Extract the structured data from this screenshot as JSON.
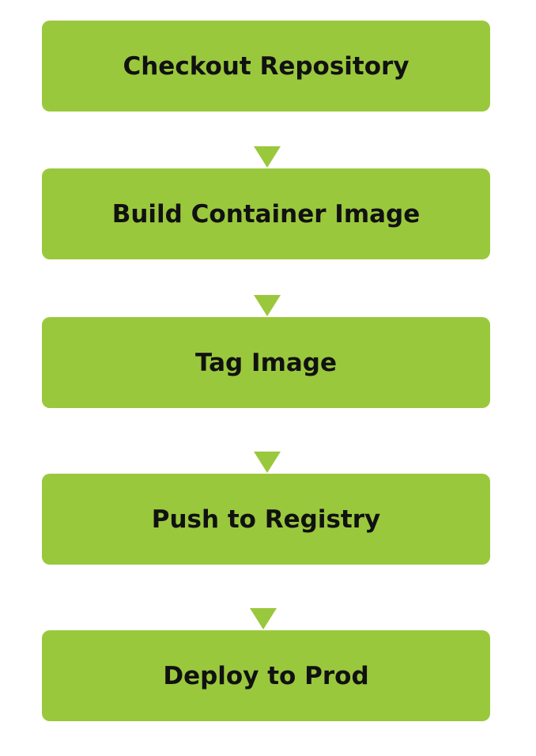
{
  "flow": {
    "steps": [
      {
        "label": "Checkout Repository"
      },
      {
        "label": "Build Container Image"
      },
      {
        "label": "Tag Image"
      },
      {
        "label": "Push to Registry"
      },
      {
        "label": "Deploy to Prod"
      }
    ],
    "colors": {
      "box_fill": "#9ac83d",
      "arrow_fill": "#9ac83d",
      "text": "#111111",
      "background": "#ffffff"
    }
  }
}
